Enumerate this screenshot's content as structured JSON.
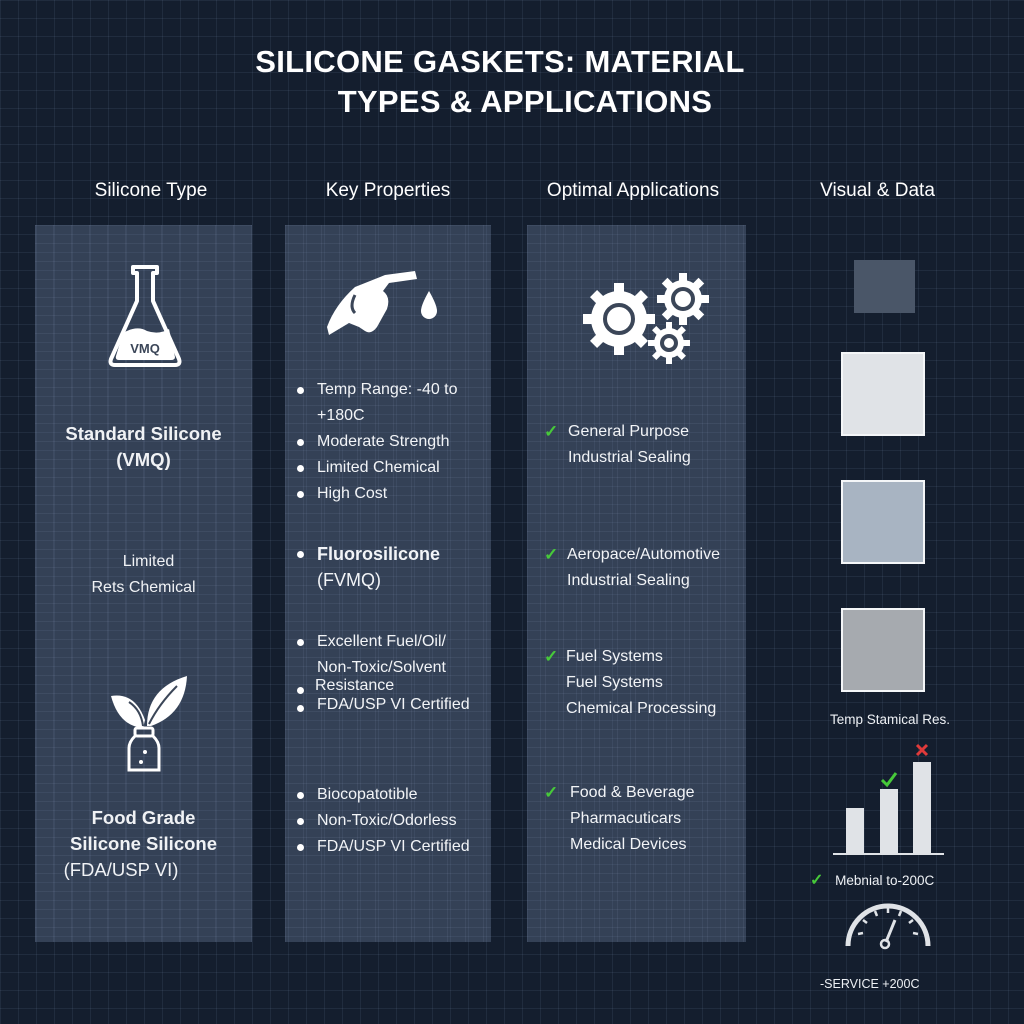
{
  "title": {
    "line1": "SILICONE GASKETS: MATERIAL",
    "line2": "TYPES & APPLICATIONS"
  },
  "columns": [
    {
      "header": "Silicone Type"
    },
    {
      "header": "Key Properties"
    },
    {
      "header": "Optimal Applications"
    },
    {
      "header": "Visual & Data"
    }
  ],
  "silicone_types": {
    "icon1": "flask-icon",
    "flask_label": "VMQ",
    "standard_name": [
      "Standard Silicone",
      "(VMQ)"
    ],
    "mid_text": [
      "Limited",
      "Rets Chemical"
    ],
    "icon2": "leaf-bottle-icon",
    "food_name": [
      "Food Grade",
      "Silicone Silicone",
      "(FDA/USP VI)"
    ]
  },
  "properties": {
    "icon": "fuel-nozzle-icon",
    "group1": [
      "Temp Range: -40 to +180C",
      "Moderate Strength",
      "Limited Chemical",
      "High Cost"
    ],
    "group2_title": [
      "Fluorosilicone",
      "(FVMQ)"
    ],
    "group3": [
      "Excellent Fuel/Oil/ Non-Toxic/Solvent",
      "Resistance",
      "FDA/USP VI Certified"
    ],
    "group4": [
      "Biocopatotible",
      "Non-Toxic/Odorless",
      "FDA/USP VI Certified"
    ]
  },
  "applications": {
    "icon": "gears-icon",
    "groups": [
      {
        "lines": [
          "General Purpose",
          "Industrial Sealing"
        ]
      },
      {
        "lines": [
          "Aeropace/Automotive",
          "Industrial Sealing"
        ]
      },
      {
        "lines": [
          "Fuel Systems",
          "Fuel Systems",
          "Chemical Processing"
        ]
      },
      {
        "lines": [
          "Food & Beverage",
          "Pharmacuticars",
          "Medical Devices"
        ]
      }
    ],
    "check_color": "#47c93a"
  },
  "visual": {
    "swatches": [
      {
        "color": "#4a5668",
        "name": "swatch-translucent"
      },
      {
        "color": "#e0e3e7",
        "name": "swatch-white"
      },
      {
        "color": "#a8b4c2",
        "name": "swatch-blue-gray"
      },
      {
        "color": "#a6aaaf",
        "name": "swatch-gray"
      }
    ],
    "swatch_caption": "Temp Stamical Res.",
    "bar_chart": {
      "bars": [
        45,
        64,
        90
      ],
      "marks": [
        "",
        "check",
        "cross"
      ]
    },
    "bar_caption": "Mebnial to-200C",
    "gauge_caption": "-SERVICE +200C",
    "cross_color": "#e03a3a"
  }
}
